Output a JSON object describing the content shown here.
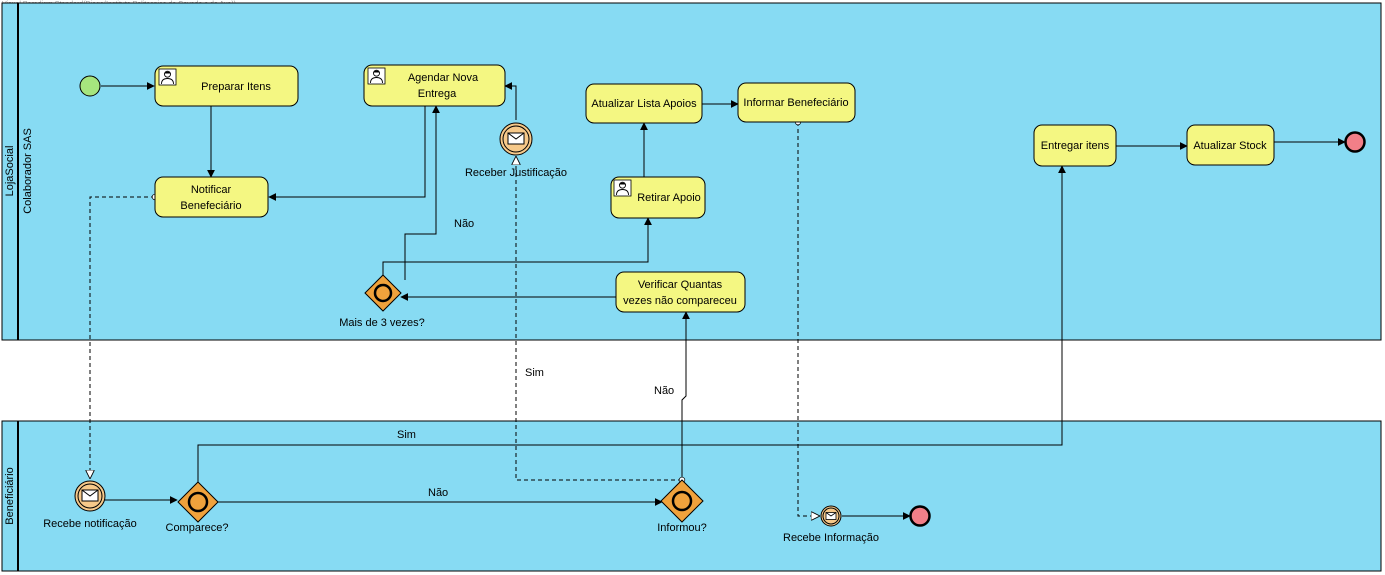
{
  "watermark": "Visual Paradigm Standard(Diogo(Instituto Politecnico do Cavado e do Ave))",
  "colors": {
    "pool_fill": "#87dbf3",
    "task_fill": "#f4f782",
    "gateway_fill": "#f0a23c",
    "start_event": "#a6e57e",
    "end_event": "#f27f88",
    "message_event": "#f6c98a"
  },
  "pools": {
    "top": {
      "pool_label": "LojaSocial",
      "lane_label": "Colaborador SAS"
    },
    "bottom": {
      "lane_label": "Beneficiário"
    }
  },
  "tasks": {
    "preparar_itens": [
      "Preparar Itens"
    ],
    "agendar_nova_entrega": [
      "Agendar Nova",
      "Entrega"
    ],
    "atualizar_lista_apoios": [
      "Atualizar Lista Apoios"
    ],
    "informar_beneficiario": [
      "Informar Benefeciário"
    ],
    "notificar_beneficiario": [
      "Notificar",
      "Benefeciário"
    ],
    "retirar_apoio": [
      "Retirar Apoio"
    ],
    "verificar_quantas": [
      "Verificar Quantas",
      "vezes não compareceu"
    ],
    "entregar_itens": [
      "Entregar itens"
    ],
    "atualizar_stock": [
      "Atualizar Stock"
    ]
  },
  "events": {
    "receber_justificacao": "Receber Justificação",
    "recebe_notificacao": "Recebe notificação",
    "recebe_informacao": "Recebe Informação"
  },
  "gateways": {
    "mais_de_3_vezes": "Mais de 3 vezes?",
    "comparece": "Comparece?",
    "informou": "Informou?"
  },
  "flow_labels": {
    "nao_gateway_top": "Não",
    "sim_message": "Sim",
    "nao_informou": "Não",
    "sim_comparece": "Sim",
    "nao_comparece": "Não"
  },
  "icons": {
    "user_task": "user-icon",
    "message": "envelope-icon"
  }
}
